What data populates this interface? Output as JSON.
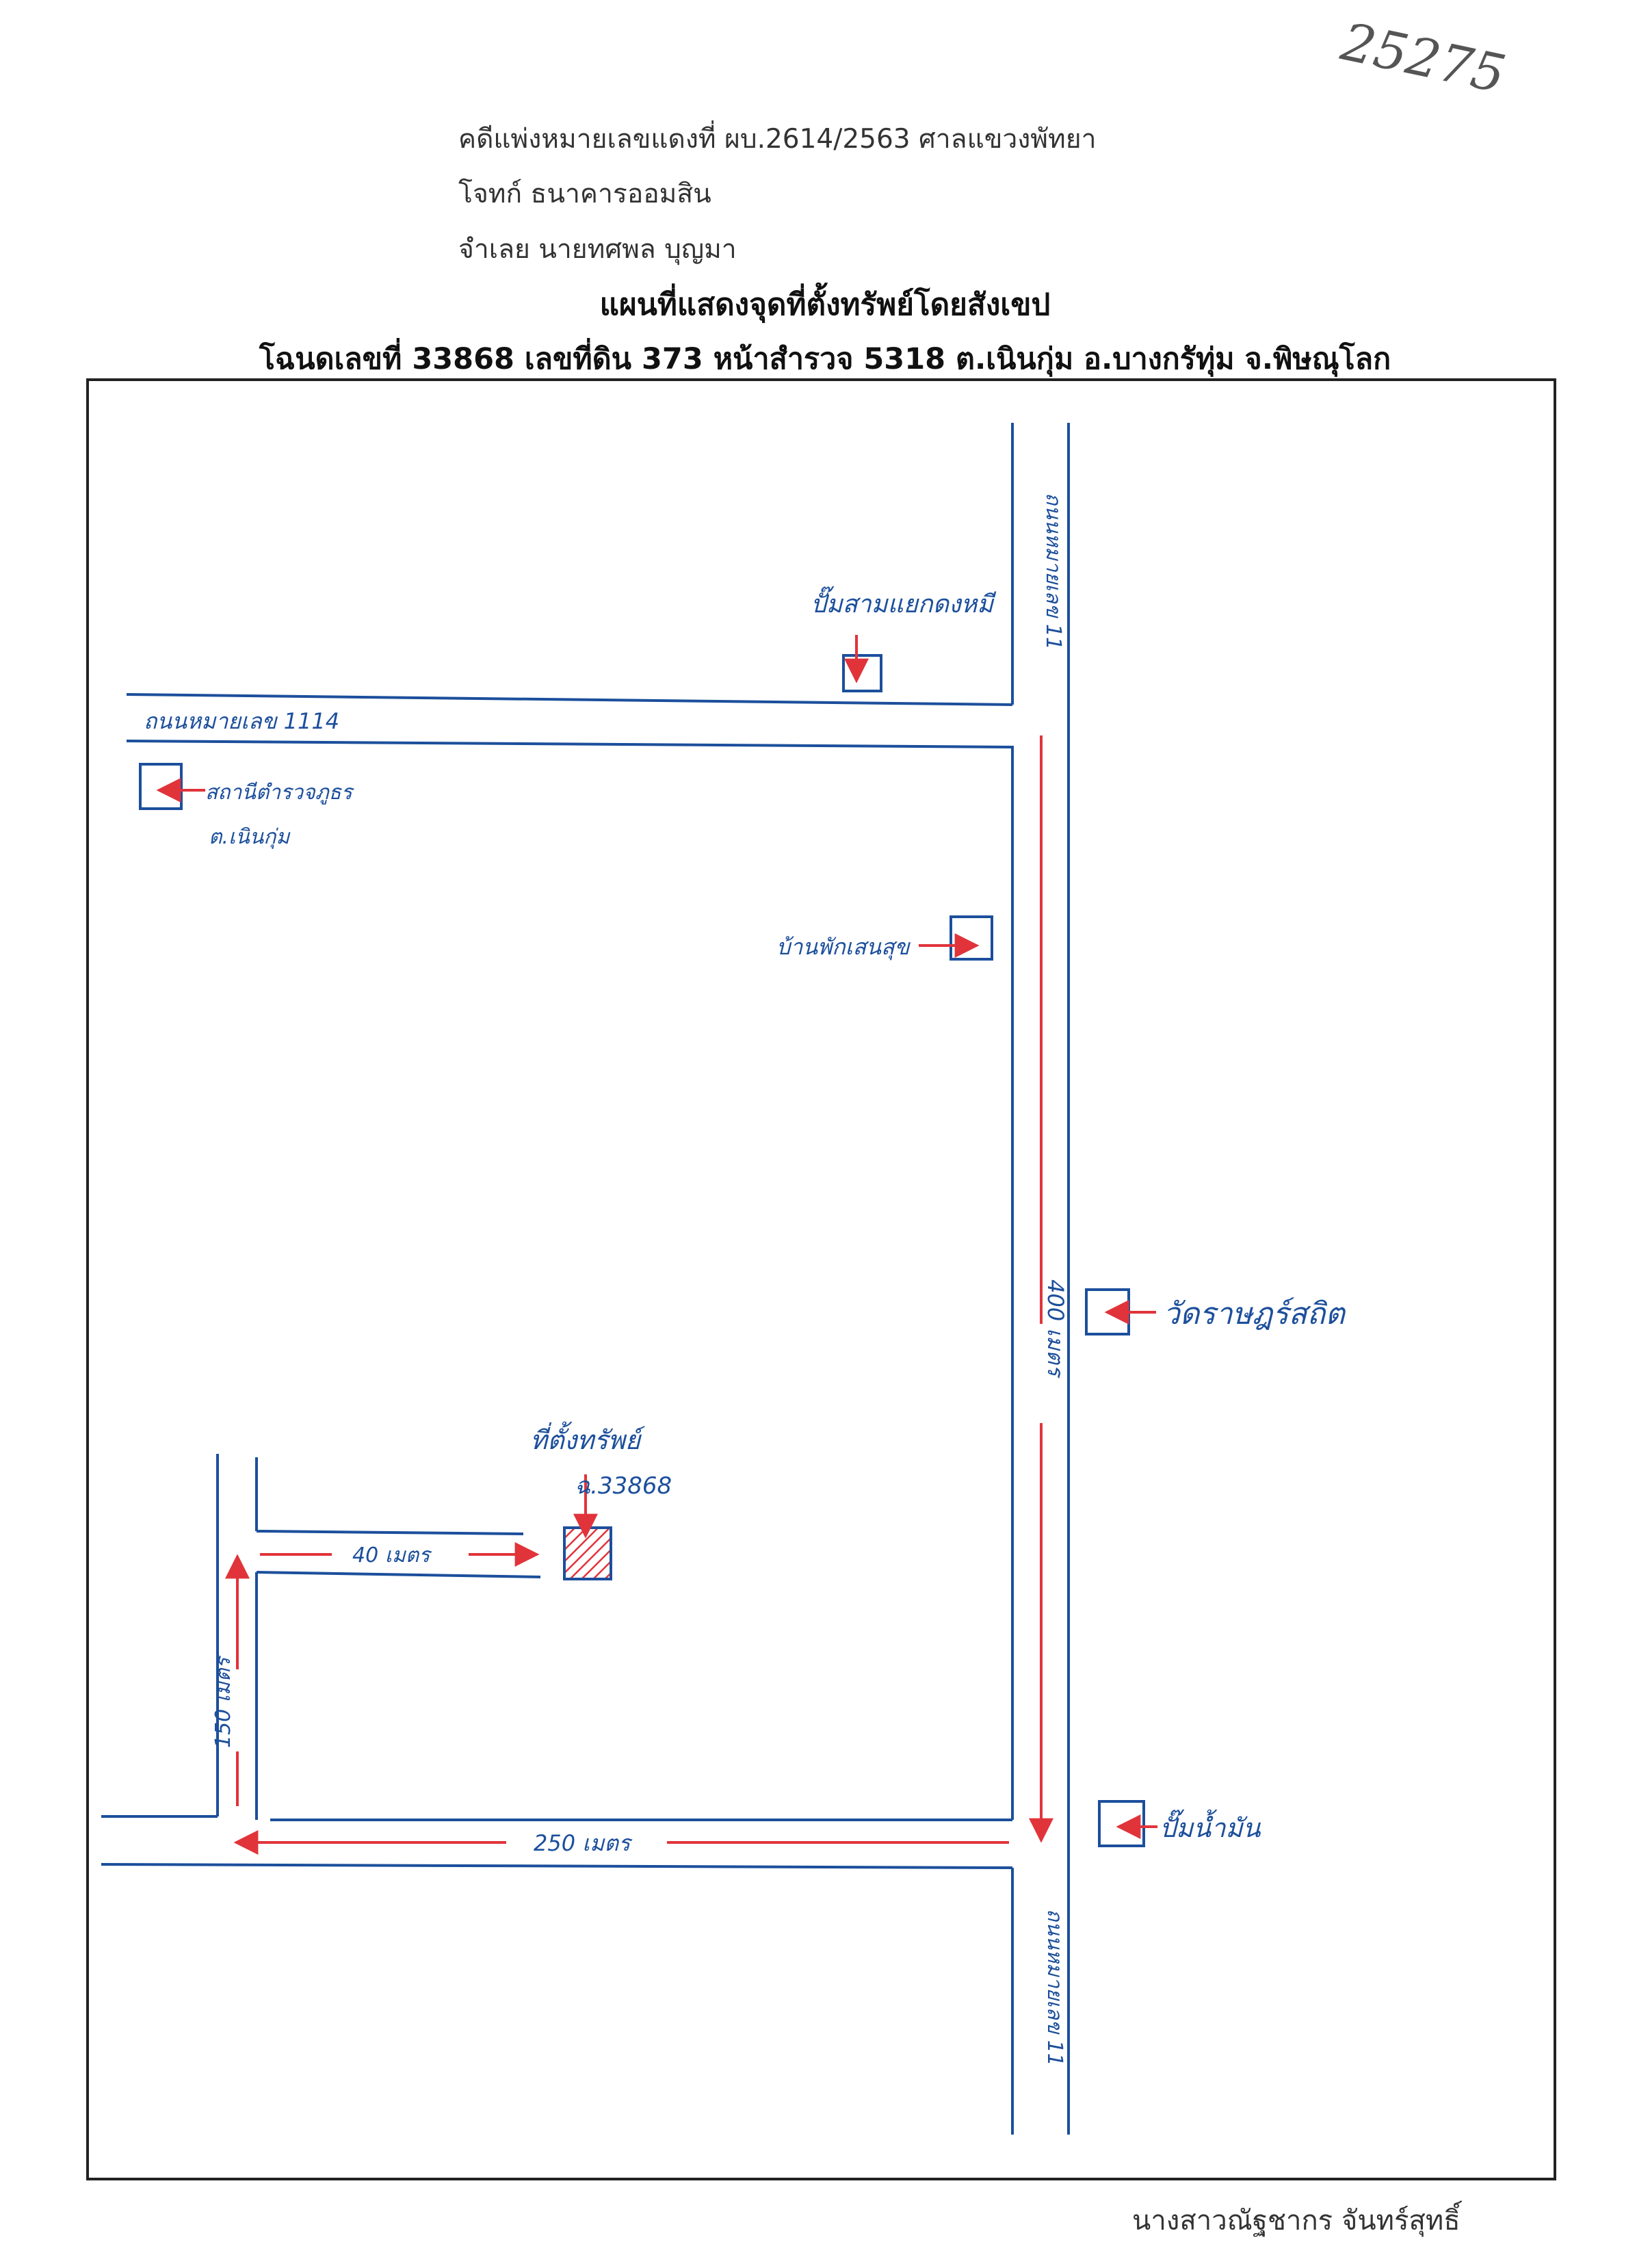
{
  "header": {
    "case_line": "คดีแพ่งหมายเลขแดงที่ ผบ.2614/2563 ศาลแขวงพัทยา",
    "plaintiff_line": "โจทก์ ธนาคารออมสิน",
    "defendant_line": "จำเลย นายทศพล บุญมา",
    "title": "แผนที่แสดงจุดที่ตั้งทรัพย์โดยสังเขป",
    "deed_line": "โฉนดเลขที่ 33868 เลขที่ดิน 373 หน้าสำรวจ 5318 ต.เนินกุ่ม อ.บางกรัทุ่ม จ.พิษณุโลก"
  },
  "stamp_number": "25275",
  "map": {
    "roads": {
      "hwy_11_top": "ถนนหมายเลข 11",
      "hwy_11_bottom": "ถนนหมายเลข 11",
      "hwy_1114": "ถนนหมายเลข 1114"
    },
    "landmarks": {
      "gas_station_junction": "ปั๊มสามแยกดงหมี",
      "police_station": "สถานีตำรวจภูธร",
      "police_station_sub": "ต.เนินกุ่ม",
      "resort": "บ้านพักเสนสุข",
      "temple": "วัดราษฎร์สถิต",
      "gas_station": "ปั๊มน้ำมัน",
      "property": "ที่ตั้งทรัพย์",
      "property_deed": "ฉ.33868"
    },
    "distances": {
      "d400": "400 เมตร",
      "d250": "250 เมตร",
      "d150": "150 เมตร",
      "d40": "40 เมตร"
    }
  },
  "footer": {
    "signature": "นางสาวณัฐชากร จันทร์สุทธิ์"
  },
  "colors": {
    "ink_blue": "#1c4f9c",
    "arrow_red": "#e0343a",
    "frame": "#222222",
    "hatch": "#e0343a"
  }
}
